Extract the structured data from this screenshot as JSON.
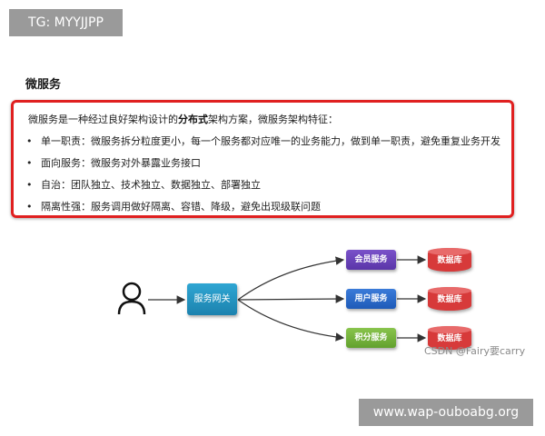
{
  "header_badge": {
    "text": "TG: MYYJJPP"
  },
  "section_title": "微服务",
  "intro": {
    "before": "微服务是一种经过良好架构设计的",
    "bold": "分布式",
    "after": "架构方案，微服务架构特征："
  },
  "bullets": [
    {
      "dot": "•",
      "text": "单一职责：微服务拆分粒度更小，每一个服务都对应唯一的业务能力，做到单一职责，避免重复业务开发"
    },
    {
      "dot": "•",
      "text": "面向服务：微服务对外暴露业务接口"
    },
    {
      "dot": "•",
      "text": "自治：团队独立、技术独立、数据独立、部署独立"
    },
    {
      "dot": "•",
      "text": "隔离性强：服务调用做好隔离、容错、降级，避免出现级联问题"
    }
  ],
  "diagram": {
    "gateway": "服务网关",
    "services": [
      "会员服务",
      "用户服务",
      "积分服务"
    ],
    "databases": [
      "数据库",
      "数据库",
      "数据库"
    ]
  },
  "watermark": "CSDN @Fairy要carry",
  "footer_badge": {
    "text": "www.wap-ouboabg.org"
  },
  "colors": {
    "red_frame": "#e02020",
    "gateway": "#2fa6d3",
    "service_member": "#7a52c9",
    "service_user": "#3a7bd9",
    "service_points": "#89c44d",
    "database": "#d73a3a"
  }
}
